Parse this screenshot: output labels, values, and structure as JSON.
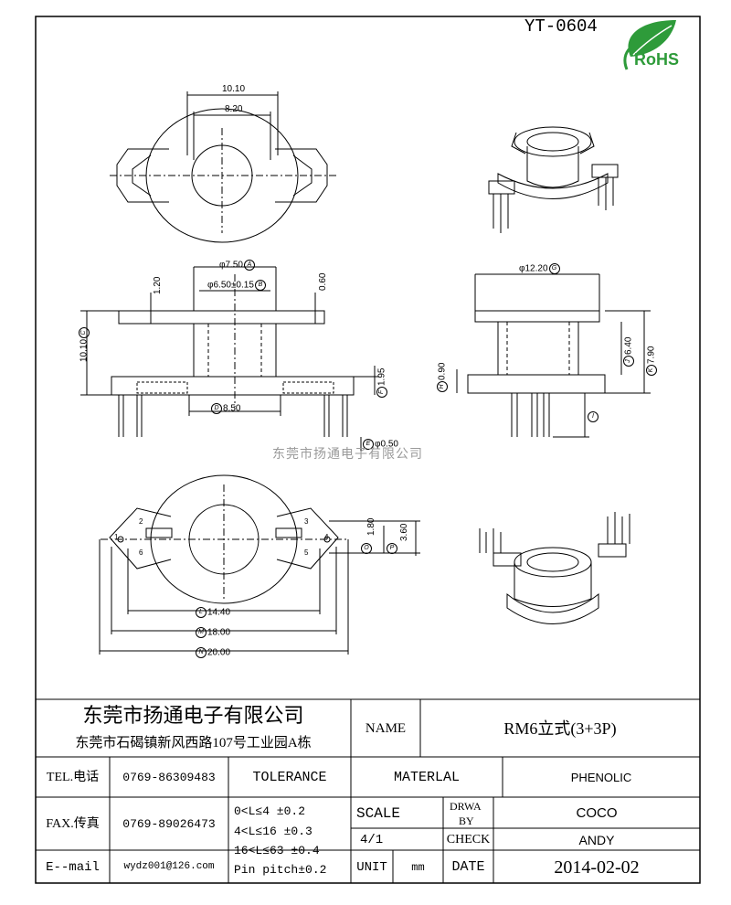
{
  "drawing_no": "YT-0604",
  "logo": {
    "text": "RoHS",
    "color": "#2e9b3a"
  },
  "watermark": "东莞市扬通电子有限公司",
  "dims": {
    "top_outer": "10.10",
    "top_inner": "8.20",
    "dia_7_50": "φ7.50",
    "dia_6_50": "φ6.50±0.15",
    "height_10_10": "10.10",
    "t_1_20": "1.20",
    "t_0_60": "0.60",
    "base_1_95": "1.95",
    "bore_8_50": "8.50",
    "pin_0_50": "φ0.50",
    "dia_12_20": "φ12.20",
    "h_6_40": "6.40",
    "h_7_90": "7.90",
    "h_0_90": "0.90",
    "gap_1_80": "1.80",
    "gap_3_60": "3.60",
    "w_14_40": "14.40",
    "w_18_00": "18.00",
    "w_20_00": "20.00"
  },
  "tags": {
    "A": "A",
    "B": "B",
    "C": "C",
    "D": "D",
    "E": "E",
    "F": "F",
    "G": "G",
    "H": "H",
    "I": "I",
    "J": "J",
    "K": "K",
    "L": "L",
    "M": "M",
    "N": "N",
    "O": "O",
    "P": "P"
  },
  "pins": [
    "1",
    "2",
    "3",
    "4",
    "5",
    "6"
  ],
  "title_block": {
    "company": "东莞市扬通电子有限公司",
    "address": "东莞市石碣镇新风西路107号工业园A栋",
    "name_label": "NAME",
    "name_value": "RM6立式(3+3P)",
    "tel_label": "TEL.电话",
    "tel_value": "0769-86309483",
    "tolerance_label": "TOLERANCE",
    "material_label": "MATERLAL",
    "material_value": "PHENOLIC",
    "fax_label": "FAX.传真",
    "fax_value": "0769-89026473",
    "tol_1": "0<L≤4   ±0.2",
    "tol_2": "4<L≤16  ±0.3",
    "tol_3": "16<L≤63 ±0.4",
    "tol_4": "Pin pitch±0.2",
    "scale_label": "SCALE",
    "scale_value": "4/1",
    "drwa_label": "DRWA",
    "by_label": "BY",
    "drwa_value": "COCO",
    "check_label": "CHECK",
    "check_value": "ANDY",
    "email_label": "E--mail",
    "email_value": "wydz001@126.com",
    "unit_label": "UNIT",
    "unit_value": "mm",
    "date_label": "DATE",
    "date_value": "2014-02-02"
  }
}
